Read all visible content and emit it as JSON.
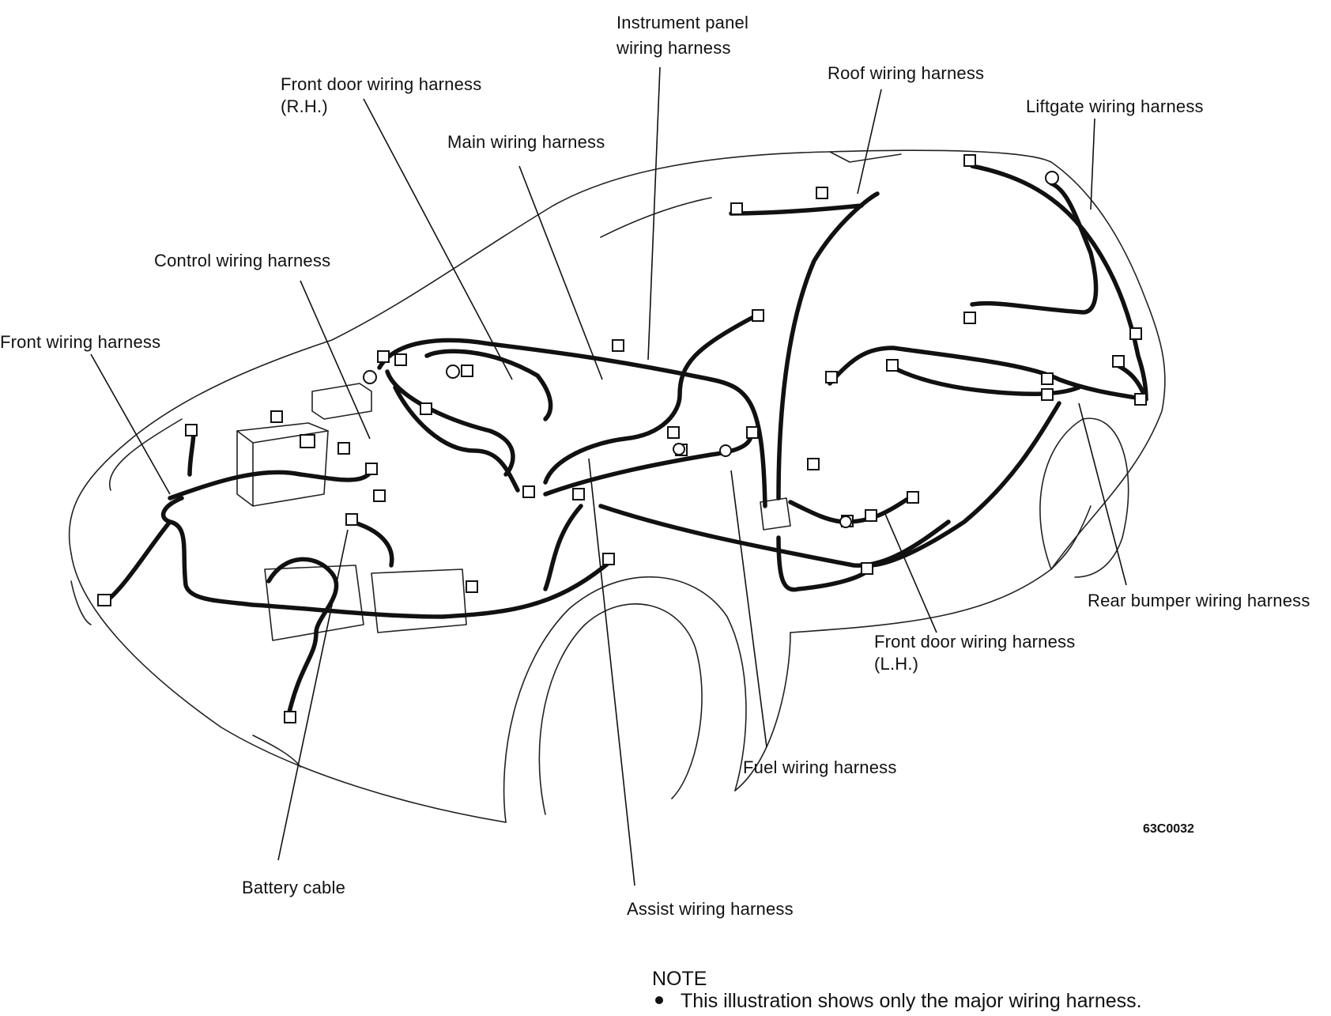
{
  "labels": {
    "instrument_panel_1": "Instrument panel",
    "instrument_panel_2": "wiring harness",
    "front_door_rh_1": "Front door wiring harness",
    "front_door_rh_2": "(R.H.)",
    "roof": "Roof wiring harness",
    "liftgate": "Liftgate  wiring  harness",
    "main": "Main wiring harness",
    "control": "Control wiring harness",
    "front": "Front wiring harness",
    "rear_bumper": "Rear bumper wiring harness",
    "front_door_lh_1": "Front door wiring harness",
    "front_door_lh_2": "(L.H.)",
    "fuel": "Fuel wiring harness",
    "battery": "Battery cable",
    "assist": "Assist wiring harness"
  },
  "figure_code": "63C0032",
  "note": {
    "title": "NOTE",
    "text": "This illustration shows only the major wiring harness."
  }
}
